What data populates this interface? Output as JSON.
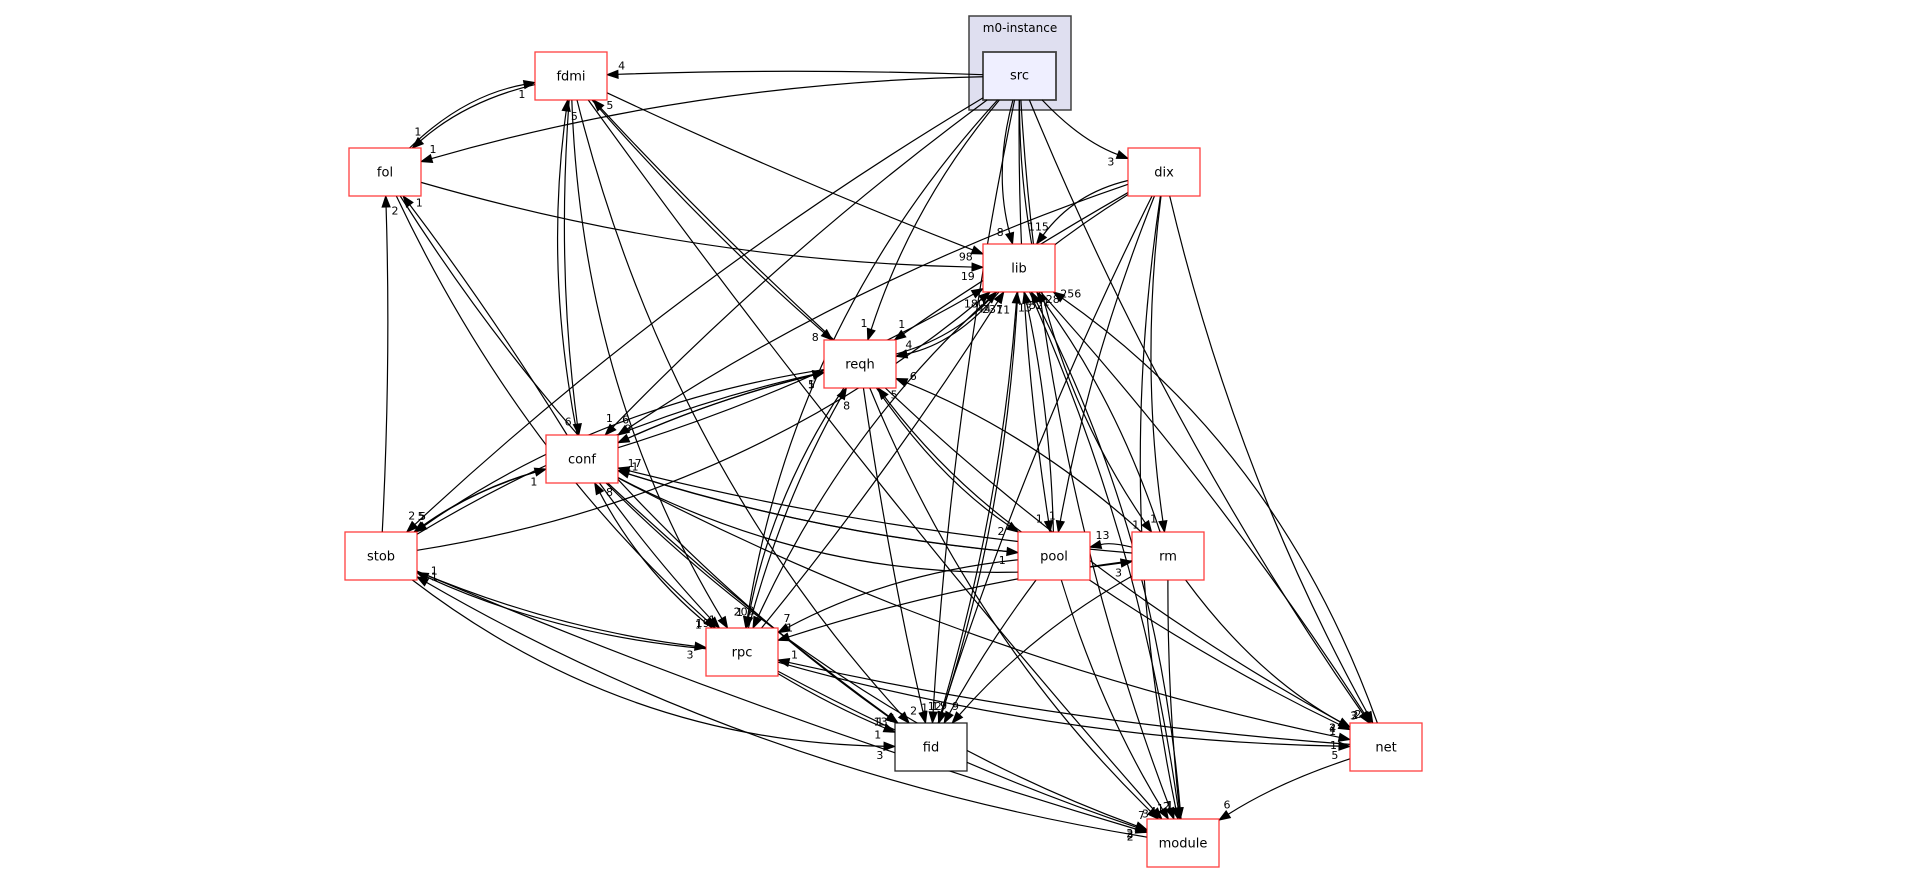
{
  "cluster": {
    "title": "m0-instance",
    "node": "src"
  },
  "nodes": [
    {
      "id": "fdmi",
      "label": "fdmi",
      "style": "red"
    },
    {
      "id": "fol",
      "label": "fol",
      "style": "red"
    },
    {
      "id": "dix",
      "label": "dix",
      "style": "red"
    },
    {
      "id": "lib",
      "label": "lib",
      "style": "red"
    },
    {
      "id": "reqh",
      "label": "reqh",
      "style": "red"
    },
    {
      "id": "conf",
      "label": "conf",
      "style": "red"
    },
    {
      "id": "stob",
      "label": "stob",
      "style": "red"
    },
    {
      "id": "pool",
      "label": "pool",
      "style": "red"
    },
    {
      "id": "rm",
      "label": "rm",
      "style": "red"
    },
    {
      "id": "rpc",
      "label": "rpc",
      "style": "red"
    },
    {
      "id": "fid",
      "label": "fid",
      "style": "plain"
    },
    {
      "id": "net",
      "label": "net",
      "style": "red"
    },
    {
      "id": "module",
      "label": "module",
      "style": "red"
    }
  ],
  "edges": [
    {
      "from": "src",
      "to": "fdmi",
      "label": "4"
    },
    {
      "from": "src",
      "to": "fol",
      "label": "1"
    },
    {
      "from": "src",
      "to": "dix",
      "label": "3"
    },
    {
      "from": "src",
      "to": "lib",
      "label": "8"
    },
    {
      "from": "src",
      "to": "reqh",
      "label": "1"
    },
    {
      "from": "src",
      "to": "conf",
      "label": "1"
    },
    {
      "from": "src",
      "to": "stob",
      "label": "2"
    },
    {
      "from": "src",
      "to": "pool",
      "label": "1"
    },
    {
      "from": "src",
      "to": "rm",
      "label": "1"
    },
    {
      "from": "src",
      "to": "rpc",
      "label": "1"
    },
    {
      "from": "src",
      "to": "fid",
      "label": "1"
    },
    {
      "from": "src",
      "to": "net",
      "label": "3"
    },
    {
      "from": "src",
      "to": "module",
      "label": "1"
    },
    {
      "from": "fdmi",
      "to": "fol",
      "label": "1"
    },
    {
      "from": "fol",
      "to": "fdmi",
      "label": "1"
    },
    {
      "from": "fdmi",
      "to": "lib",
      "label": "98"
    },
    {
      "from": "fdmi",
      "to": "reqh",
      "label": "8"
    },
    {
      "from": "fdmi",
      "to": "conf",
      "label": "6"
    },
    {
      "from": "fdmi",
      "to": "rpc",
      "label": "1"
    },
    {
      "from": "fdmi",
      "to": "fid",
      "label": "1"
    },
    {
      "from": "fdmi",
      "to": "module",
      "label": "3"
    },
    {
      "from": "fol",
      "to": "lib",
      "label": "19"
    },
    {
      "from": "fol",
      "to": "rpc",
      "label": "1"
    },
    {
      "from": "fol",
      "to": "fid",
      "label": "1"
    },
    {
      "from": "dix",
      "to": "lib",
      "label": "115"
    },
    {
      "from": "dix",
      "to": "reqh",
      "label": "1"
    },
    {
      "from": "dix",
      "to": "conf",
      "label": "6"
    },
    {
      "from": "dix",
      "to": "pool",
      "label": "1"
    },
    {
      "from": "dix",
      "to": "rm",
      "label": "1"
    },
    {
      "from": "dix",
      "to": "rpc",
      "label": "2"
    },
    {
      "from": "dix",
      "to": "fid",
      "label": "12"
    },
    {
      "from": "dix",
      "to": "net",
      "label": "2"
    },
    {
      "from": "dix",
      "to": "module",
      "label": "2"
    },
    {
      "from": "reqh",
      "to": "lib",
      "label": "237"
    },
    {
      "from": "lib",
      "to": "reqh",
      "label": "4"
    },
    {
      "from": "reqh",
      "to": "fdmi",
      "label": "5"
    },
    {
      "from": "reqh",
      "to": "conf",
      "label": "9"
    },
    {
      "from": "reqh",
      "to": "stob",
      "label": "5"
    },
    {
      "from": "reqh",
      "to": "pool",
      "label": "2"
    },
    {
      "from": "reqh",
      "to": "rpc",
      "label": "20"
    },
    {
      "from": "reqh",
      "to": "fid",
      "label": "2"
    },
    {
      "from": "reqh",
      "to": "net",
      "label": "4"
    },
    {
      "from": "reqh",
      "to": "module",
      "label": "7"
    },
    {
      "from": "conf",
      "to": "lib",
      "label": "180"
    },
    {
      "from": "conf",
      "to": "fdmi",
      "label": "5"
    },
    {
      "from": "conf",
      "to": "fol",
      "label": "1"
    },
    {
      "from": "conf",
      "to": "reqh",
      "label": "5"
    },
    {
      "from": "conf",
      "to": "stob",
      "label": "5"
    },
    {
      "from": "conf",
      "to": "pool",
      "label": "1"
    },
    {
      "from": "conf",
      "to": "rm",
      "label": "3"
    },
    {
      "from": "conf",
      "to": "rpc",
      "label": "19"
    },
    {
      "from": "conf",
      "to": "fid",
      "label": "13"
    },
    {
      "from": "conf",
      "to": "net",
      "label": "1"
    },
    {
      "from": "conf",
      "to": "module",
      "label": "2"
    },
    {
      "from": "stob",
      "to": "lib",
      "label": "44"
    },
    {
      "from": "stob",
      "to": "fol",
      "label": "2"
    },
    {
      "from": "stob",
      "to": "reqh",
      "label": "1"
    },
    {
      "from": "stob",
      "to": "conf",
      "label": "1"
    },
    {
      "from": "stob",
      "to": "rpc",
      "label": "3"
    },
    {
      "from": "stob",
      "to": "fid",
      "label": "3"
    },
    {
      "from": "stob",
      "to": "module",
      "label": "2"
    },
    {
      "from": "pool",
      "to": "lib",
      "label": "52"
    },
    {
      "from": "pool",
      "to": "reqh",
      "label": "5"
    },
    {
      "from": "pool",
      "to": "conf",
      "label": "1"
    },
    {
      "from": "pool",
      "to": "rpc",
      "label": "7"
    },
    {
      "from": "pool",
      "to": "fid",
      "label": "9"
    },
    {
      "from": "pool",
      "to": "net",
      "label": "1"
    },
    {
      "from": "pool",
      "to": "module",
      "label": "4"
    },
    {
      "from": "rm",
      "to": "lib",
      "label": "28"
    },
    {
      "from": "rm",
      "to": "reqh",
      "label": "6"
    },
    {
      "from": "rm",
      "to": "conf",
      "label": "17"
    },
    {
      "from": "rm",
      "to": "pool",
      "label": "13"
    },
    {
      "from": "rm",
      "to": "rpc",
      "label": "1"
    },
    {
      "from": "rm",
      "to": "fid",
      "label": "9"
    },
    {
      "from": "rm",
      "to": "net",
      "label": "2"
    },
    {
      "from": "rm",
      "to": "module",
      "label": "1"
    },
    {
      "from": "rpc",
      "to": "lib",
      "label": "11"
    },
    {
      "from": "rpc",
      "to": "reqh",
      "label": "8"
    },
    {
      "from": "rpc",
      "to": "conf",
      "label": "8"
    },
    {
      "from": "rpc",
      "to": "stob",
      "label": "1"
    },
    {
      "from": "rpc",
      "to": "fid",
      "label": "1"
    },
    {
      "from": "rpc",
      "to": "net",
      "label": "5"
    },
    {
      "from": "rpc",
      "to": "module",
      "label": "3"
    },
    {
      "from": "fid",
      "to": "lib",
      "label": "13"
    },
    {
      "from": "net",
      "to": "lib",
      "label": "256"
    },
    {
      "from": "net",
      "to": "rpc",
      "label": "1"
    },
    {
      "from": "net",
      "to": "module",
      "label": "6"
    },
    {
      "from": "module",
      "to": "lib",
      "label": "1"
    },
    {
      "from": "module",
      "to": "stob",
      "label": "1"
    },
    {
      "from": "lib",
      "to": "fid",
      "label": "1"
    },
    {
      "from": "lib",
      "to": "net",
      "label": "2"
    },
    {
      "from": "lib",
      "to": "module",
      "label": "1"
    }
  ]
}
